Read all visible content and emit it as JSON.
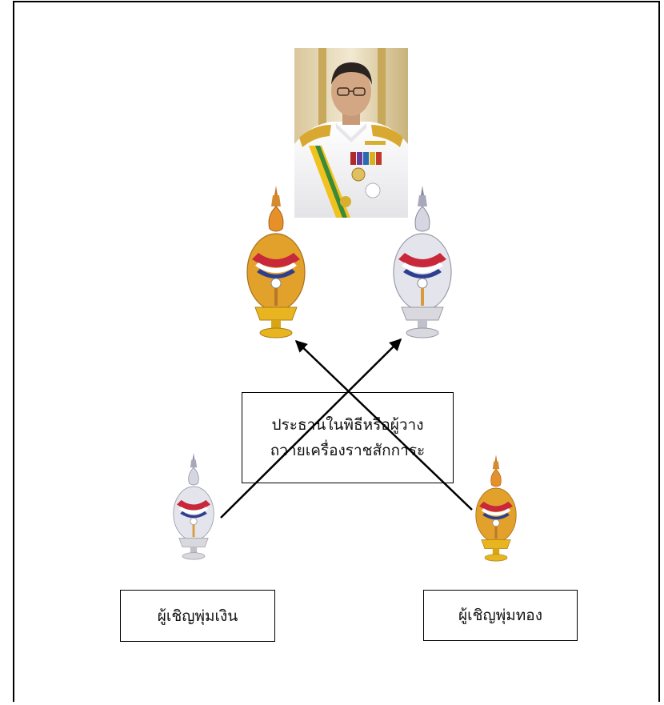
{
  "center_label": {
    "line1": "ประธานในพิธีหรือผู้วาง",
    "line2": "ถวายเครื่องราชสักการะ"
  },
  "left_label": "ผู้เชิญพุ่มเงิน",
  "right_label": "ผู้เชิญพุ่มทอง",
  "colors": {
    "gold": "#e2a12a",
    "silver": "#d4d4dc",
    "flag_red": "#c8283a",
    "flag_blue": "#2d3f8f",
    "base_gold": "#e8b520",
    "base_silver": "#c8c8cc"
  },
  "icons": [
    "royal-portrait",
    "gold-offering-urn",
    "silver-offering-urn",
    "arrow"
  ]
}
